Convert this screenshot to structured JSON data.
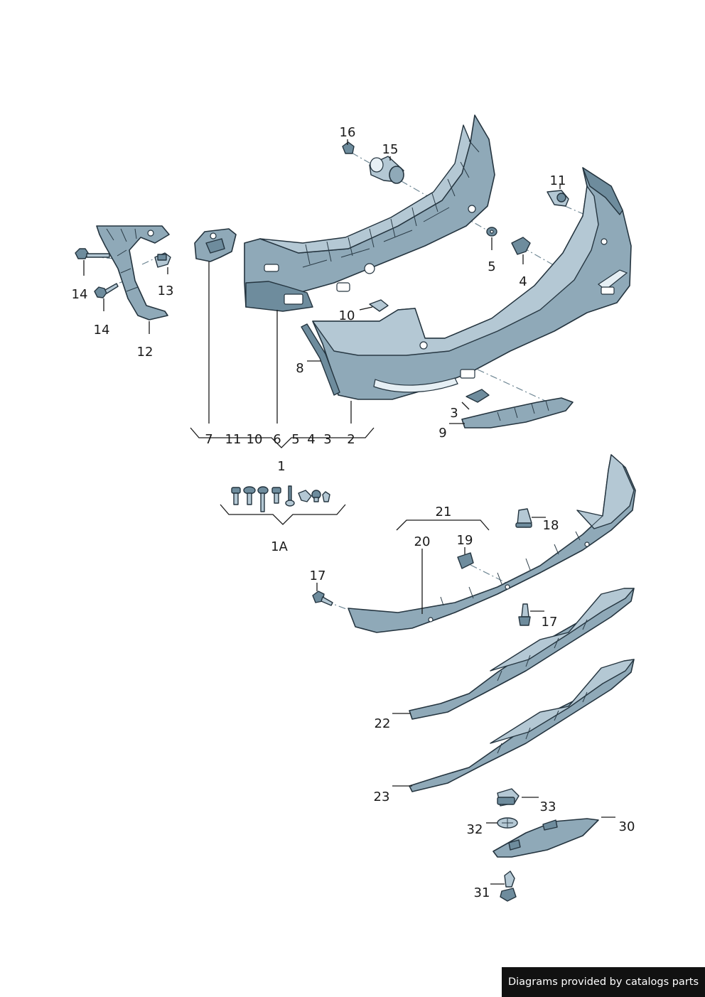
{
  "callouts": {
    "c1": "1",
    "c1A": "1A",
    "c2": "2",
    "c3a": "3",
    "c3b": "3",
    "c4a": "4",
    "c4b": "4",
    "c5a": "5",
    "c5b": "5",
    "c6": "6",
    "c7": "7",
    "c8": "8",
    "c9": "9",
    "c10a": "10",
    "c10b": "10",
    "c11a": "11",
    "c11b": "11",
    "c12": "12",
    "c13": "13",
    "c14a": "14",
    "c14b": "14",
    "c15": "15",
    "c16": "16",
    "c17a": "17",
    "c17b": "17",
    "c18": "18",
    "c19": "19",
    "c20": "20",
    "c21": "21",
    "c22": "22",
    "c23": "23",
    "c30": "30",
    "c31": "31",
    "c32": "32",
    "c33": "33"
  },
  "footer": {
    "credit": "Diagrams provided by catalogs parts"
  },
  "colors": {
    "part_fill": "#8fa9b8",
    "outline": "#24343f",
    "credit_bg": "#111111"
  }
}
